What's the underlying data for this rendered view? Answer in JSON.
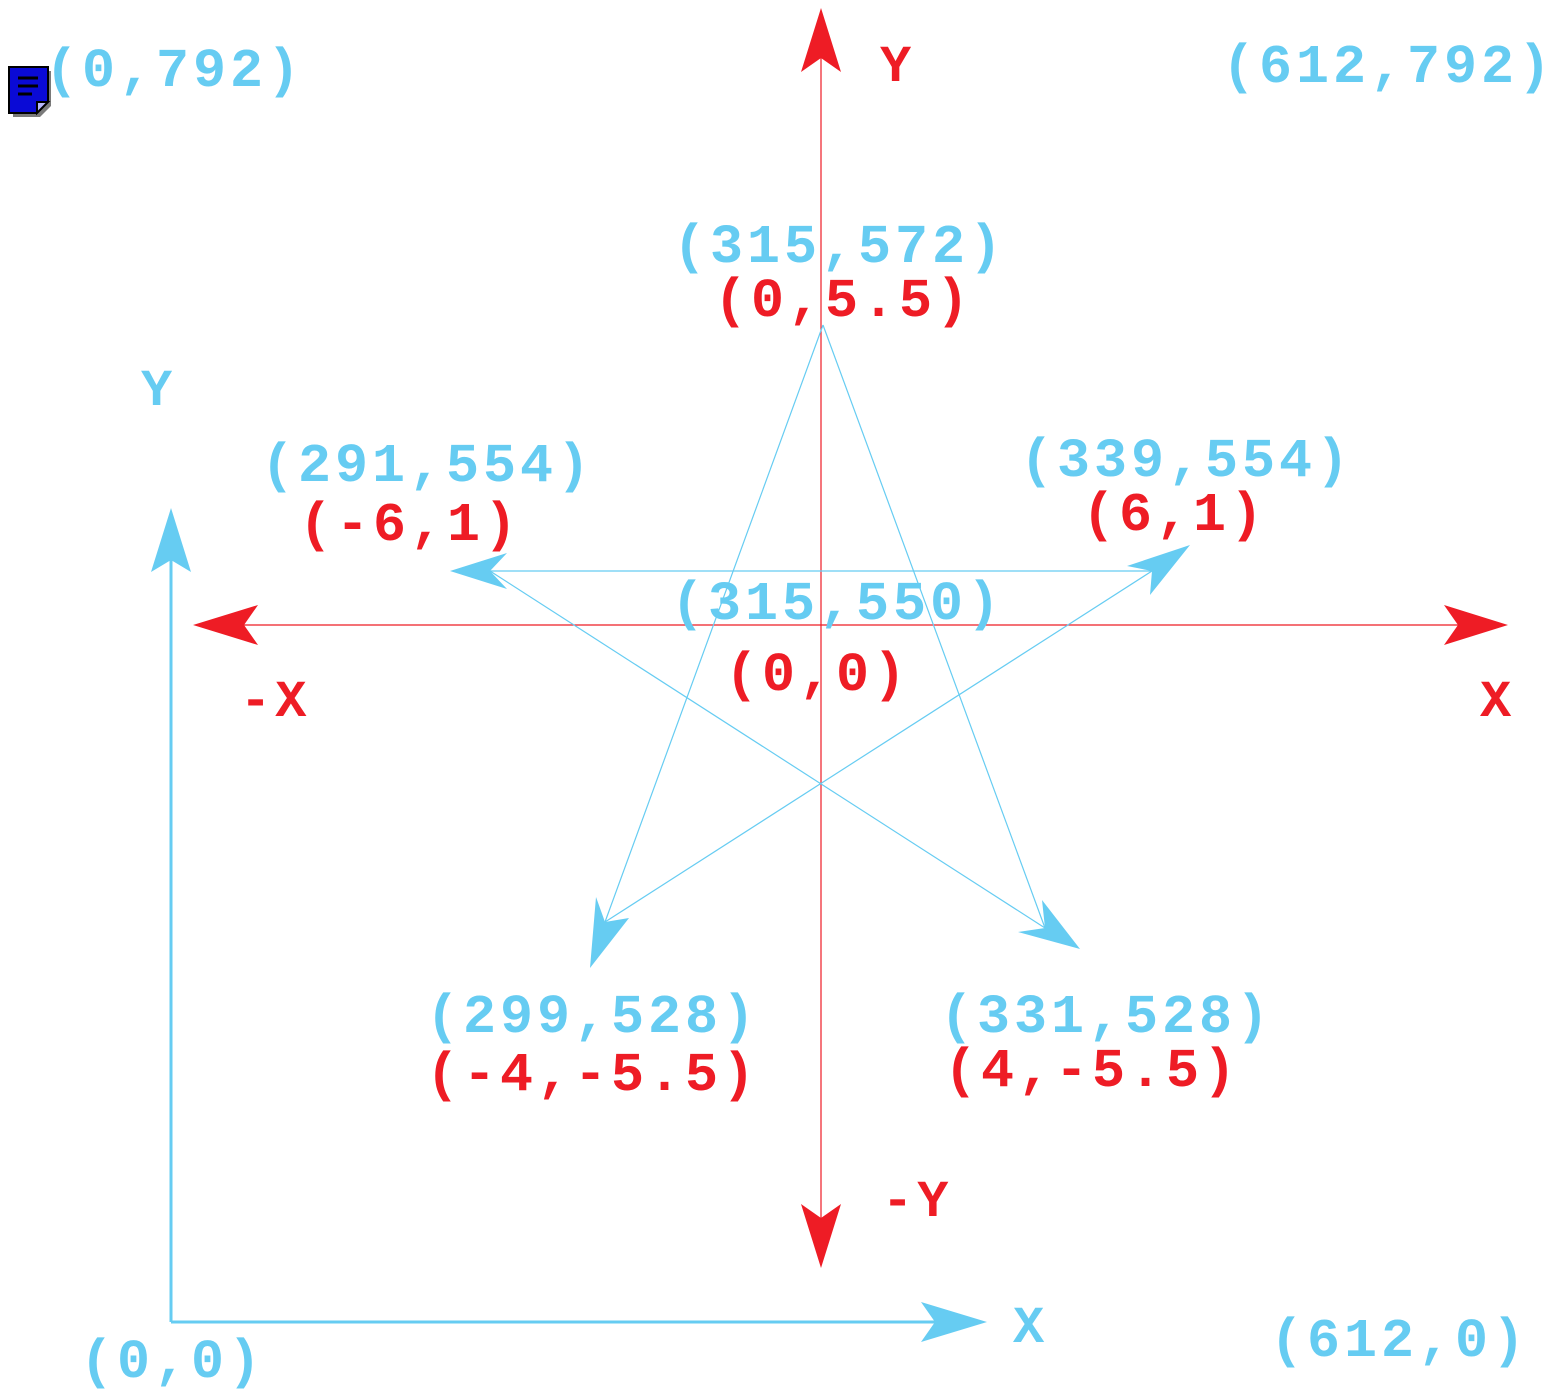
{
  "colors": {
    "page_coordinates": "#66ccf2",
    "user_coordinates": "#ee1c25",
    "note_icon_fill": "#0a0ad6"
  },
  "icons": {
    "note": "note-icon"
  },
  "page_frame": {
    "top_left_label": "(0,792)",
    "top_right_label": "(612,792)",
    "bottom_left_label": "(0,0)",
    "bottom_right_label": "(612,0)",
    "x_axis_label": "X",
    "y_axis_label": "Y"
  },
  "centered_axes": {
    "pos_x_label": "X",
    "neg_x_label": "-X",
    "pos_y_label": "Y",
    "neg_y_label": "-Y"
  },
  "points": {
    "top": {
      "page_label": "(315,572)",
      "user_label": "(0,5.5)"
    },
    "center": {
      "page_label": "(315,550)",
      "user_label": "(0,0)"
    },
    "left": {
      "page_label": "(291,554)",
      "user_label": "(-6,1)"
    },
    "right": {
      "page_label": "(339,554)",
      "user_label": "(6,1)"
    },
    "bottom_left": {
      "page_label": "(299,528)",
      "user_label": "(-4,-5.5)"
    },
    "bottom_right": {
      "page_label": "(331,528)",
      "user_label": "(4,-5.5)"
    }
  }
}
